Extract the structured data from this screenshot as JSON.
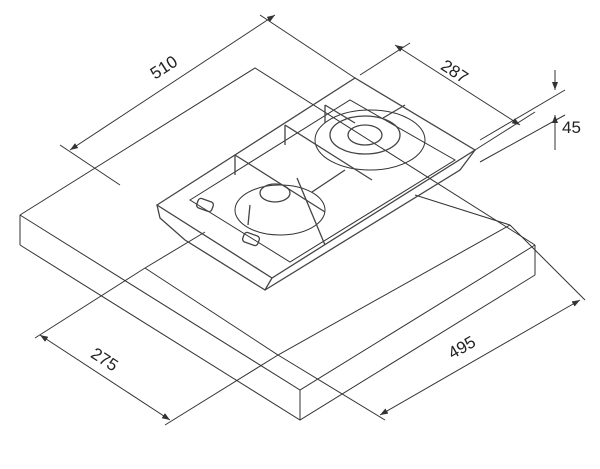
{
  "dimensions": {
    "overall_width": "510",
    "overall_depth": "287",
    "height": "45",
    "cutout_width": "495",
    "cutout_depth": "275"
  }
}
